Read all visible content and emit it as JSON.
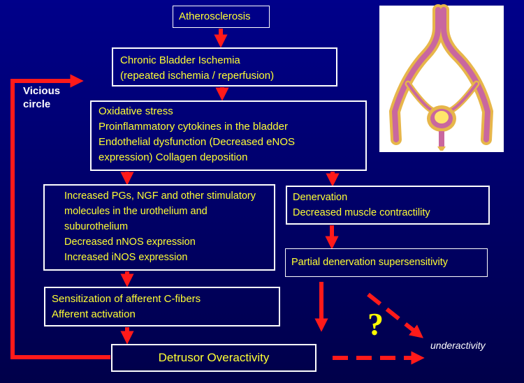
{
  "boxes": {
    "atherosclerosis": "Atherosclerosis",
    "ischemia": [
      "Chronic Bladder Ischemia",
      "(repeated ischemia / reperfusion)"
    ],
    "oxidative": [
      "Oxidative stress",
      "Proinflammatory cytokines in the bladder",
      "Endothelial dysfunction (Decreased eNOS",
      "expression) Collagen deposition"
    ],
    "pgs": [
      "Increased PGs, NGF and other stimulatory",
      "molecules in the urothelium and",
      "suburothelium",
      "Decreased nNOS expression",
      "Increased iNOS expression"
    ],
    "sensitization": [
      "Sensitization of afferent C-fibers",
      "Afferent activation"
    ],
    "detrusor": "Detrusor Overactivity",
    "denervation": [
      "Denervation",
      "Decreased muscle contractility"
    ],
    "partial": "Partial denervation supersensitivity"
  },
  "labels": {
    "vicious": [
      "Vicious",
      "circle"
    ],
    "underactivity": "underactivity",
    "question": "?"
  },
  "colors": {
    "background": "#00007a",
    "arrow": "#ff1a1a",
    "text": "#ffff33",
    "border": "#ffffff"
  }
}
